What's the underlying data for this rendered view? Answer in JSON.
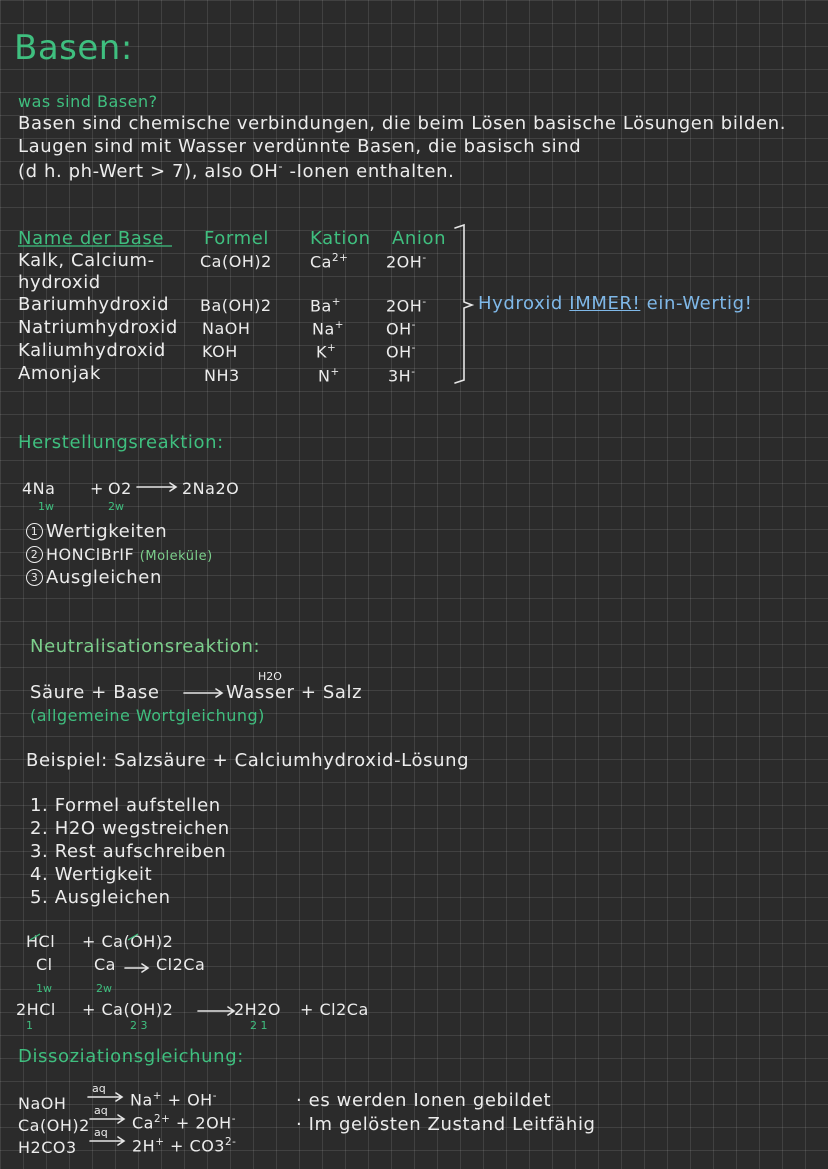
{
  "title": "Basen:",
  "intro": {
    "question": "was sind Basen?",
    "line1": "Basen sind chemische verbindungen, die beim Lösen basische Lösungen bilden.",
    "line2": "Laugen sind mit Wasser verdünnte Basen, die basisch sind",
    "line3_a": "(d h. ph-Wert > 7), also OH",
    "line3_sup": "-",
    "line3_b": " -Ionen enthalten."
  },
  "table": {
    "headers": [
      "Name der Base",
      "Formel",
      "Kation",
      "Anion"
    ],
    "rows": [
      {
        "name": "Kalk, Calcium-",
        "name2": "hydroxid",
        "formula": "Ca(OH)2",
        "cation": "Ca",
        "cation_charge": "2+",
        "anion": "2OH",
        "anion_charge": "-"
      },
      {
        "name": "Bariumhydroxid",
        "formula": "Ba(OH)2",
        "cation": "Ba",
        "cation_charge": "+",
        "anion": "2OH",
        "anion_charge": "-"
      },
      {
        "name": "Natriumhydroxid",
        "formula": "NaOH",
        "cation": "Na",
        "cation_charge": "+",
        "anion": "OH",
        "anion_charge": "-"
      },
      {
        "name": "Kaliumhydroxid",
        "formula": "KOH",
        "cation": "K",
        "cation_charge": "+",
        "anion": "OH",
        "anion_charge": "-"
      },
      {
        "name": "Amonjak",
        "formula": "NH3",
        "cation": "N",
        "cation_charge": "+",
        "anion": "3H",
        "anion_charge": "-"
      }
    ],
    "note_a": "Hydroxid ",
    "note_b": "IMMER!",
    "note_c": " ein-Wertig!"
  },
  "herstellung": {
    "heading": "Herstellungsreaktion:",
    "eq_left": "4Na",
    "eq_plus": "+",
    "eq_o": "O2",
    "eq_right": "2Na2O",
    "val1": "1w",
    "val2": "2w",
    "steps": [
      {
        "num": "1",
        "text": "Wertigkeiten",
        "extra": ""
      },
      {
        "num": "2",
        "text": "HONClBrIF",
        "extra": "(Moleküle)"
      },
      {
        "num": "3",
        "text": "Ausgleichen",
        "extra": ""
      }
    ]
  },
  "neutralisation": {
    "heading": "Neutralisationsreaktion:",
    "h2o": "H2O",
    "eq_a": "Säure + Base",
    "eq_b": "Wasser + Salz",
    "note": "(allgemeine Wortgleichung)",
    "beispiel": "Beispiel: Salzsäure + Calciumhydroxid-Lösung",
    "steps": [
      "1. Formel aufstellen",
      "2. H2O wegstreichen",
      "3. Rest aufschreiben",
      "4. Wertigkeit",
      "5. Ausgleichen"
    ],
    "w1_a": "HCl",
    "w1_b": "+ Ca(OH)2",
    "w2_a": "Cl",
    "w2_b": "Ca",
    "w2_c": "Cl2Ca",
    "w3_a": "1w",
    "w3_b": "2w",
    "f_a": "2HCl",
    "f_b": "+ Ca(OH)2",
    "f_c": "2H2O",
    "f_d": "+ Cl2Ca",
    "sub1": "1",
    "sub2": "2 3",
    "sub3": "2 1"
  },
  "dissoziation": {
    "heading": "Dissoziationsgleichung:",
    "aq": "aq",
    "rows": [
      {
        "left": "NaOH",
        "right_a": "Na",
        "right_a_sup": "+",
        "right_b": "+ OH",
        "right_b_sup": "-"
      },
      {
        "left": "Ca(OH)2",
        "right_a": "Ca",
        "right_a_sup": "2+",
        "right_b": "+ 2OH",
        "right_b_sup": "-"
      },
      {
        "left": "H2CO3",
        "right_a": "2H",
        "right_a_sup": "+",
        "right_b": "+ CO3",
        "right_b_sup": "2-"
      }
    ],
    "notes": [
      "· es werden Ionen gebildet",
      "· Im gelösten Zustand Leitfähig"
    ]
  }
}
